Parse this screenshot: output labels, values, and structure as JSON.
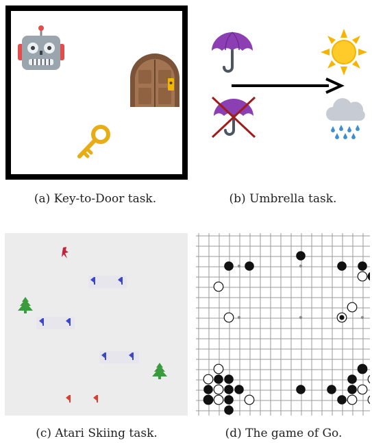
{
  "captions": {
    "a": "(a) Key-to-Door task.",
    "b": "(b) Umbrella task.",
    "c": "(c) Atari Skiing task.",
    "d": "(d) The game of Go."
  },
  "colors": {
    "umbrella": "#8b3fb3",
    "cross": "#a01c1c",
    "sun": "#f5b400",
    "cloud": "#c7ccd4",
    "rain": "#3d8fd1",
    "tree": "#3b9a3b",
    "gate_blue": "#3b46c8",
    "gate_red": "#d6422f",
    "skier": "#c2243c",
    "ski_bg": "#ececec"
  },
  "icons": [
    "robot-icon",
    "door-icon",
    "key-icon",
    "umbrella-icon",
    "crossed-umbrella-icon",
    "sun-icon",
    "rain-cloud-icon",
    "arrow-icon",
    "skier-icon",
    "tree-icon",
    "flag-icon"
  ],
  "go": {
    "board_size": 19,
    "black_stones": [
      [
        9,
        1
      ],
      [
        2,
        2
      ],
      [
        4,
        2
      ],
      [
        13,
        2
      ],
      [
        15,
        2
      ],
      [
        16,
        3
      ],
      [
        15,
        12
      ],
      [
        1,
        13
      ],
      [
        2,
        13
      ],
      [
        14,
        13
      ],
      [
        0,
        14
      ],
      [
        2,
        14
      ],
      [
        3,
        14
      ],
      [
        9,
        14
      ],
      [
        12,
        14
      ],
      [
        14,
        14
      ],
      [
        0,
        15
      ],
      [
        2,
        15
      ],
      [
        13,
        15
      ],
      [
        2,
        16
      ]
    ],
    "white_stones": [
      [
        15,
        3
      ],
      [
        16,
        3.001
      ],
      [
        1,
        4
      ],
      [
        14,
        6
      ],
      [
        2,
        7
      ],
      [
        1,
        12
      ],
      [
        15,
        12.001
      ],
      [
        0,
        13
      ],
      [
        16,
        13
      ],
      [
        1,
        14
      ],
      [
        15,
        14
      ],
      [
        0,
        15.001
      ],
      [
        1,
        15
      ],
      [
        4,
        15
      ],
      [
        14,
        15
      ],
      [
        16,
        15
      ]
    ],
    "marked_stone": [
      13,
      7
    ],
    "star_points": [
      [
        3,
        2
      ],
      [
        9,
        2
      ],
      [
        15,
        2
      ],
      [
        3,
        7
      ],
      [
        9,
        7
      ],
      [
        15,
        7
      ],
      [
        3,
        14
      ],
      [
        9,
        14
      ],
      [
        15,
        14
      ]
    ]
  }
}
